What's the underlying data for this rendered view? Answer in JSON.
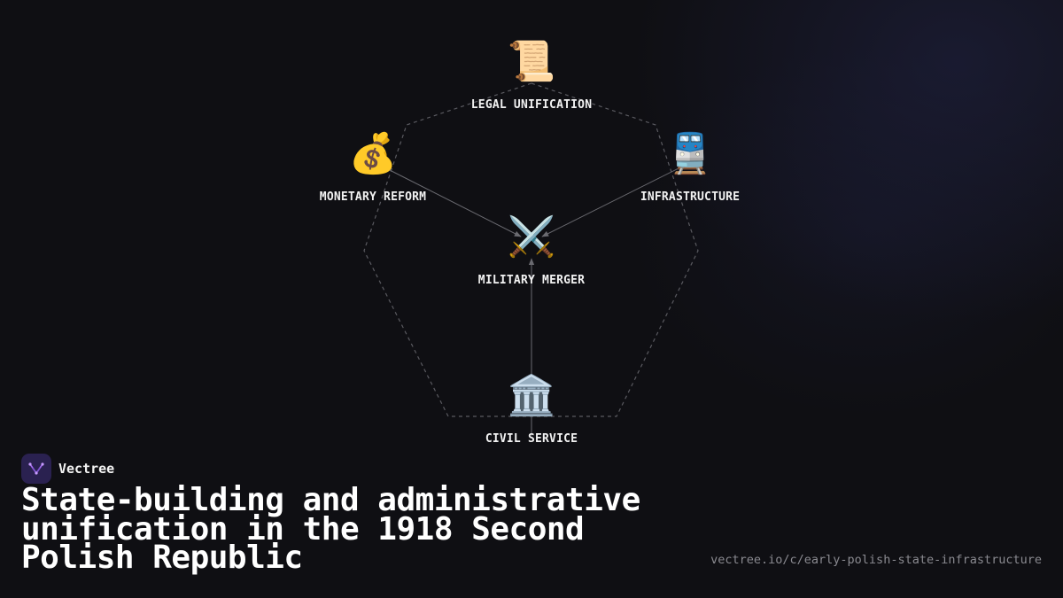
{
  "diagram": {
    "nodes": [
      {
        "id": "legal",
        "label": "LEGAL UNIFICATION",
        "icon": "scroll-icon",
        "glyph": "📜"
      },
      {
        "id": "monetary",
        "label": "MONETARY REFORM",
        "icon": "money-bag-icon",
        "glyph": "💰"
      },
      {
        "id": "infrastructure",
        "label": "INFRASTRUCTURE",
        "icon": "train-icon",
        "glyph": "🚆"
      },
      {
        "id": "military",
        "label": "MILITARY MERGER",
        "icon": "crossed-swords-icon",
        "glyph": "⚔️"
      },
      {
        "id": "civil",
        "label": "CIVIL SERVICE",
        "icon": "classical-building-icon",
        "glyph": "🏛️"
      }
    ],
    "edges": [
      {
        "from": "monetary",
        "to": "military"
      },
      {
        "from": "infrastructure",
        "to": "military"
      },
      {
        "from": "civil",
        "to": "military"
      }
    ]
  },
  "brand": {
    "name": "Vectree"
  },
  "title": "State-building and administrative unification in the 1918 Second Polish Republic",
  "url": "vectree.io/c/early-polish-state-infrastructure",
  "colors": {
    "background": "#0f0f13",
    "edge": "#6a6a70",
    "outline": "#5a5a60",
    "logo_bg": "#2a2150",
    "logo_accent": "#a56cf0"
  }
}
